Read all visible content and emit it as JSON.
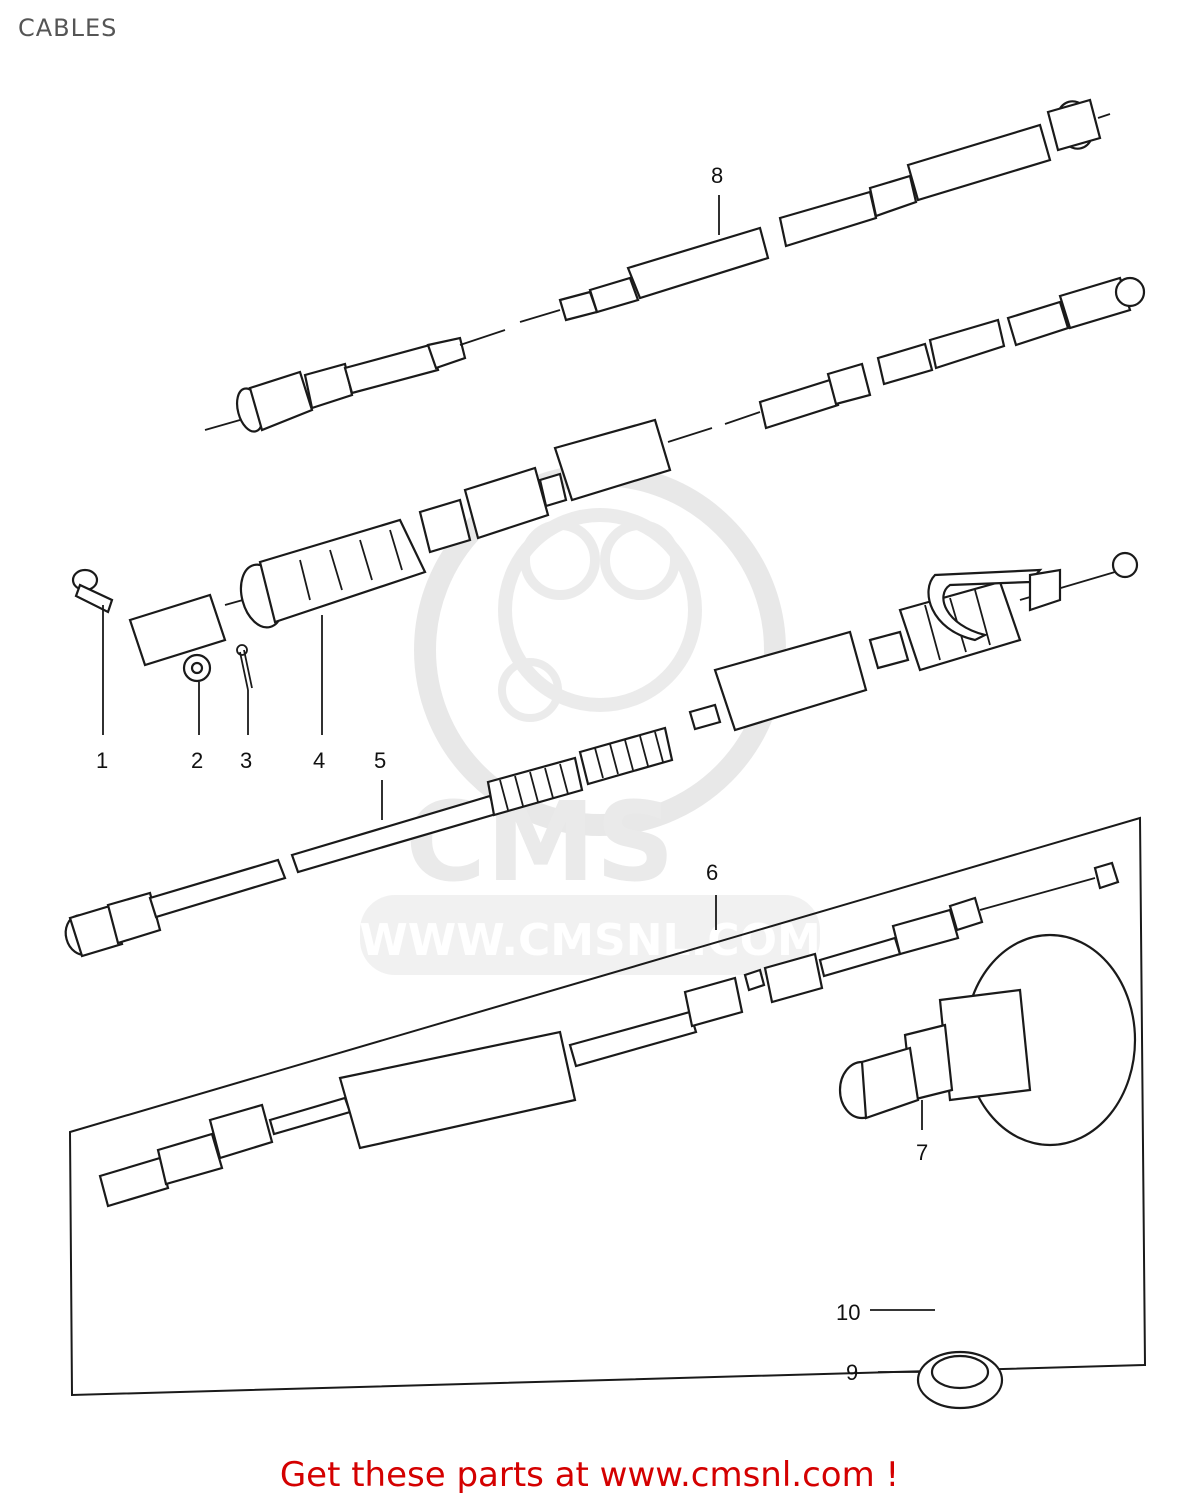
{
  "page_title": "CABLES",
  "footer_text": "Get these parts at www.cmsnl.com !",
  "watermark": {
    "logo_text": "CMS",
    "url_text": "WWW.CMSNL.COM"
  },
  "part_labels": [
    "1",
    "2",
    "3",
    "4",
    "5",
    "6",
    "7",
    "8",
    "9",
    "10"
  ],
  "colors": {
    "footer": "#d40000",
    "title": "#555555",
    "watermark": "#d9d9d9"
  }
}
